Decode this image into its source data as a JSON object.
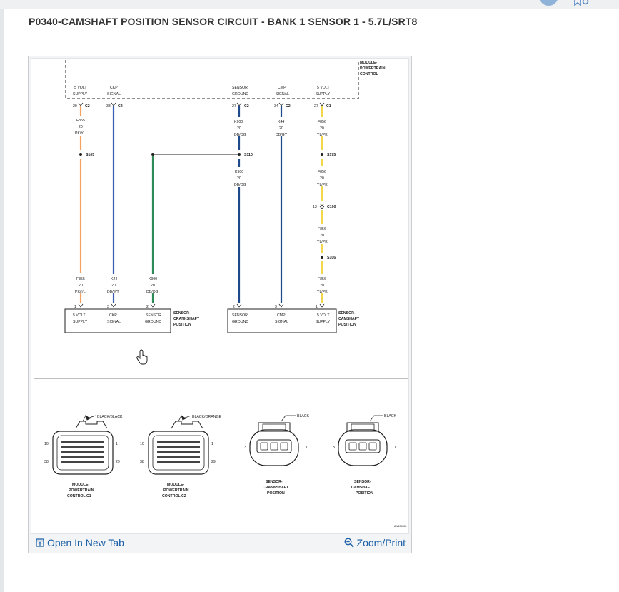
{
  "page": {
    "title": "P0340-CAMSHAFT POSITION SENSOR CIRCUIT - BANK 1 SENSOR 1 - 5.7L/SRT8"
  },
  "diagram": {
    "pcm_label": [
      "MODULE-",
      "POWERTRAIN",
      "CONTROL"
    ],
    "pins": [
      {
        "name": [
          "5 VOLT",
          "SUPPLY"
        ],
        "pin": "29",
        "conn": "C2"
      },
      {
        "name": [
          "CKP",
          "SIGNAL"
        ],
        "pin": "33",
        "conn": "C2"
      },
      {
        "name": [
          "SENSOR",
          "GROUND"
        ],
        "pin": "27",
        "conn": "C2"
      },
      {
        "name": [
          "CMP",
          "SIGNAL"
        ],
        "pin": "34",
        "conn": "C2"
      },
      {
        "name": [
          "5 VOLT",
          "SUPPLY"
        ],
        "pin": "27",
        "conn": "C1"
      }
    ],
    "wires": [
      {
        "circuit": "F855",
        "gauge": "20",
        "color": "PK/YL",
        "hex": "#f4a261"
      },
      {
        "circuit": "K24",
        "gauge": "20",
        "color": "DB/WT",
        "hex": "#3a5fb0"
      },
      {
        "circuit": "K900",
        "gauge": "20",
        "color": "DB/OG",
        "hex": "#2e8b57"
      },
      {
        "circuit": "K900",
        "gauge": "20",
        "color": "DB/OG",
        "hex": "#1f4a8a"
      },
      {
        "circuit": "K44",
        "gauge": "20",
        "color": "DB/GY",
        "hex": "#1f4a8a"
      },
      {
        "circuit": "F856",
        "gauge": "20",
        "color": "YL/PK",
        "hex": "#f2d64b"
      }
    ],
    "splices": [
      "S105",
      "S110",
      "S175",
      "S106"
    ],
    "inline_connector": {
      "pin": "13",
      "name": "C100"
    },
    "crank_sensor": {
      "pins": [
        {
          "num": "1",
          "name": [
            "5 VOLT",
            "SUPPLY"
          ]
        },
        {
          "num": "3",
          "name": [
            "CKP",
            "SIGNAL"
          ]
        },
        {
          "num": "2",
          "name": [
            "SENSOR",
            "GROUND"
          ]
        }
      ],
      "label": [
        "SENSOR-",
        "CRANKSHAFT",
        "POSITION"
      ]
    },
    "cam_sensor": {
      "pins": [
        {
          "num": "2",
          "name": [
            "SENSOR",
            "GROUND"
          ]
        },
        {
          "num": "3",
          "name": [
            "CMP",
            "SIGNAL"
          ]
        },
        {
          "num": "1",
          "name": [
            "5 VOLT",
            "SUPPLY"
          ]
        }
      ],
      "label": [
        "SENSOR-",
        "CAMSHAFT",
        "POSITION"
      ]
    },
    "connector_views": [
      {
        "color": "BLACK/BLACK",
        "label": [
          "MODULE-",
          "POWERTRAIN",
          "CONTROL C1"
        ],
        "pins": [
          "10",
          "1",
          "38",
          "29"
        ]
      },
      {
        "color": "BLACK/ORANGE",
        "label": [
          "MODULE-",
          "POWERTRAIN",
          "CONTROL C2"
        ],
        "pins": [
          "10",
          "1",
          "38",
          "29"
        ]
      },
      {
        "color": "BLACK",
        "label": [
          "SENSOR-",
          "CRANKSHAFT",
          "POSITION"
        ],
        "pins": [
          "3",
          "1"
        ]
      },
      {
        "color": "BLACK",
        "label": [
          "SENSOR-",
          "CAMSHAFT",
          "POSITION"
        ],
        "pins": [
          "3",
          "1"
        ]
      }
    ],
    "figure_id": "8W109833"
  },
  "footer": {
    "open_tab": "Open In New Tab",
    "zoom": "Zoom/Print"
  }
}
